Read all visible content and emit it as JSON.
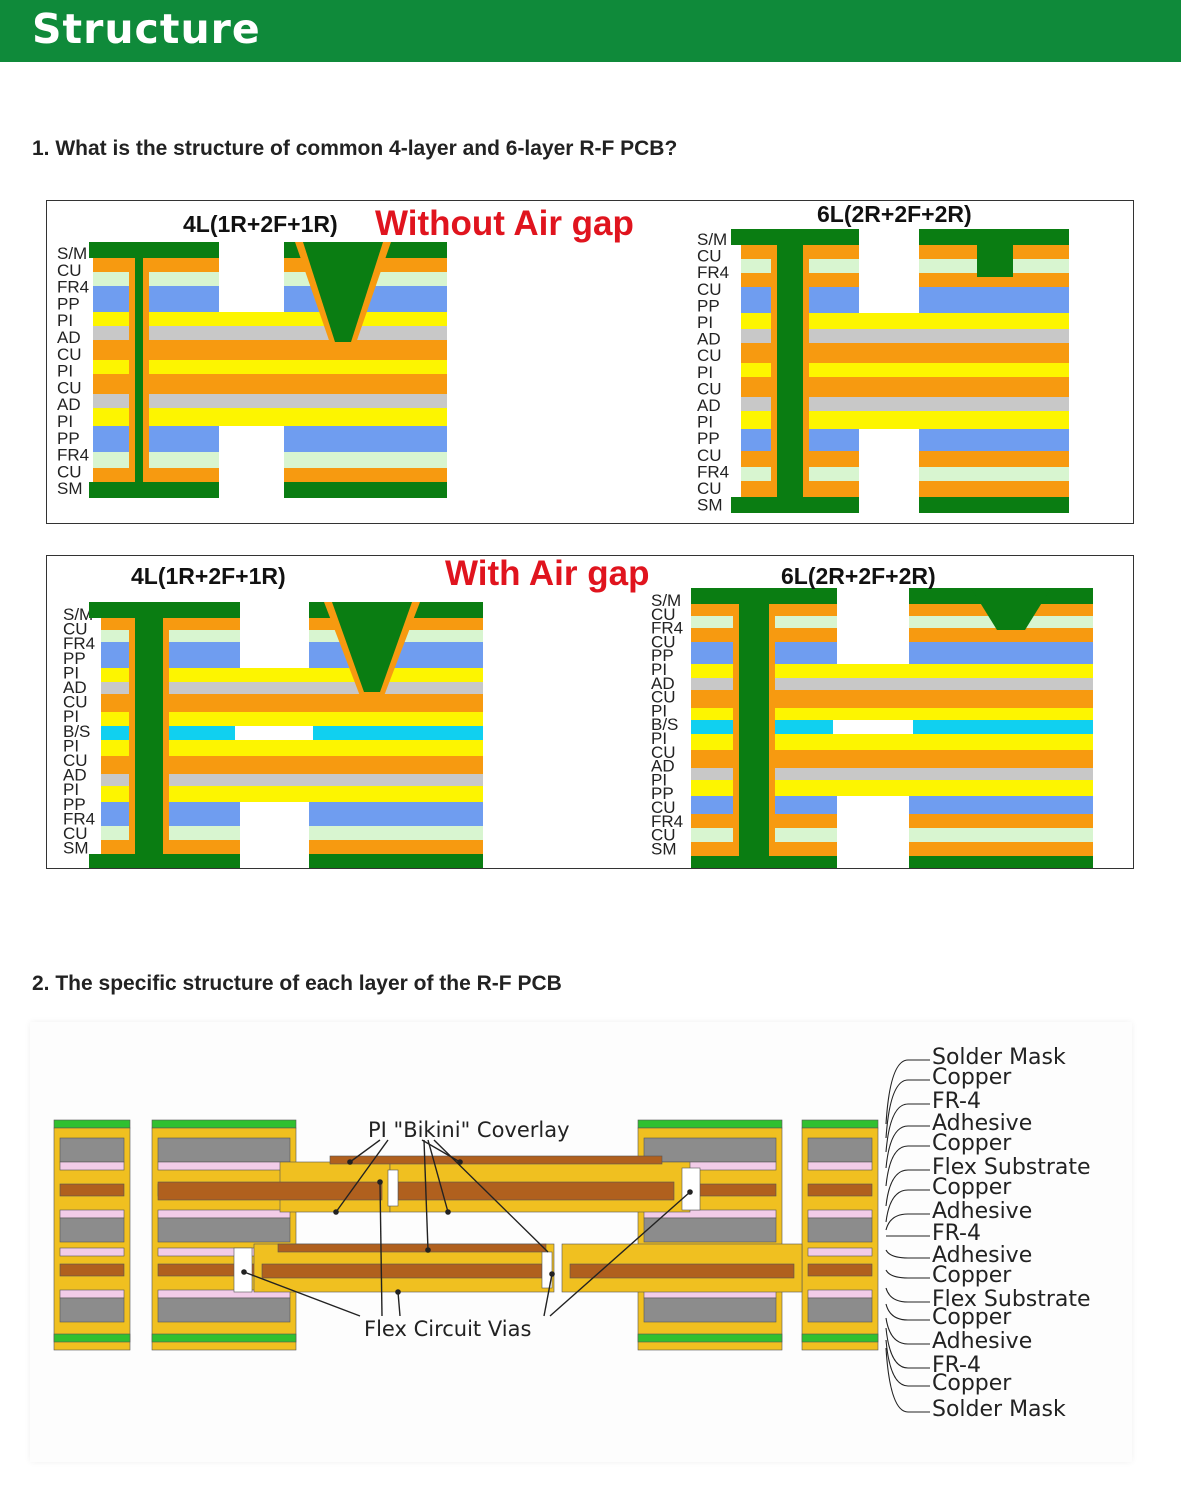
{
  "header": {
    "title": "Structure"
  },
  "section1": {
    "question": "1. What is the structure of common 4-layer and 6-layer R-F PCB?",
    "top_panel": {
      "left_title": "4L(1R+2F+1R)",
      "gap_label": "Without Air gap",
      "right_title": "6L(2R+2F+2R)",
      "left_layers": [
        "S/M",
        "CU",
        "FR4",
        "PP",
        "PI",
        "AD",
        "CU",
        "PI",
        "CU",
        "AD",
        "PI",
        "PP",
        "FR4",
        "CU",
        "SM"
      ],
      "right_layers": [
        "S/M",
        "CU",
        "FR4",
        "CU",
        "PP",
        "PI",
        "AD",
        "CU",
        "PI",
        "CU",
        "AD",
        "PI",
        "PP",
        "CU",
        "FR4",
        "CU",
        "SM"
      ]
    },
    "bottom_panel": {
      "left_title": "4L(1R+2F+1R)",
      "gap_label": "With Air gap",
      "right_title": "6L(2R+2F+2R)",
      "left_layers": [
        "S/M",
        "CU",
        "FR4",
        "PP",
        "PI",
        "AD",
        "CU",
        "PI",
        "B/S",
        "PI",
        "CU",
        "AD",
        "PI",
        "PP",
        "FR4",
        "CU",
        "SM"
      ],
      "right_layers": [
        "S/M",
        "CU",
        "FR4",
        "CU",
        "PP",
        "PI",
        "AD",
        "CU",
        "PI",
        "B/S",
        "PI",
        "CU",
        "AD",
        "PI",
        "PP",
        "CU",
        "FR4",
        "CU",
        "SM"
      ]
    }
  },
  "section2": {
    "question": "2. The specific structure of each layer of the R-F PCB",
    "coverlay_label": "PI \"Bikini\" Coverlay",
    "vias_label": "Flex Circuit Vias",
    "layer_labels": [
      "Solder Mask",
      "Copper",
      "FR-4",
      "Adhesive",
      "Copper",
      "Flex Substrate",
      "Copper",
      "Adhesive",
      "FR-4",
      "Adhesive",
      "Copper",
      "Flex Substrate",
      "Copper",
      "Adhesive",
      "FR-4",
      "Copper",
      "Solder Mask"
    ]
  },
  "colors": {
    "header_green": "#0f8a3a",
    "soldermask": "#0a7d12",
    "copper": "#f79a10",
    "fr4": "#d8f5d0",
    "prepreg": "#6f9df0",
    "polyimide": "#fdf500",
    "adhesive": "#c8c8c8",
    "bond_sheet": "#10d0f0",
    "red_label": "#e0141e"
  }
}
